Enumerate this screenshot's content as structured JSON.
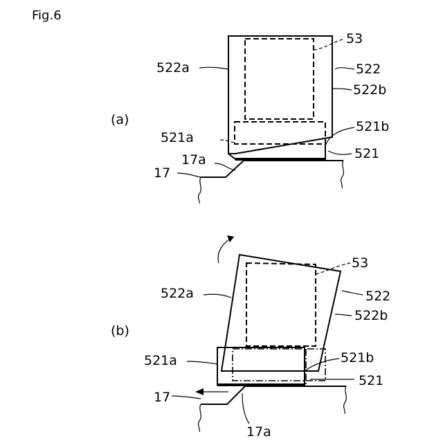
{
  "figure_title": "Fig.6",
  "panel_a": {
    "tag": "(a)",
    "labels": {
      "l53": "53",
      "l522": "522",
      "l522a": "522a",
      "l522b": "522b",
      "l521": "521",
      "l521a": "521a",
      "l521b": "521b",
      "l17": "17",
      "l17a": "17a"
    }
  },
  "panel_b": {
    "tag": "(b)",
    "labels": {
      "l53": "53",
      "l522": "522",
      "l522a": "522a",
      "l522b": "522b",
      "l521": "521",
      "l521a": "521a",
      "l521b": "521b",
      "l17": "17",
      "l17a": "17a"
    }
  }
}
